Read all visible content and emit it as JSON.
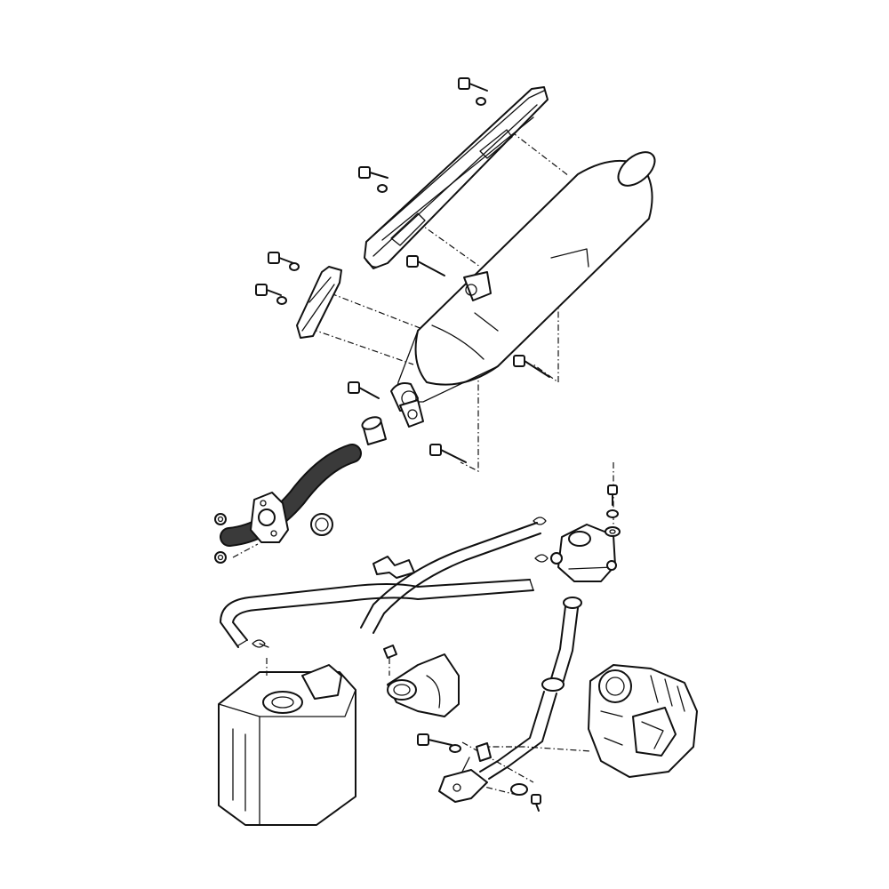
{
  "diagram": {
    "kind": "exploded-parts-view",
    "colors": {
      "line": "#111111",
      "background": "#ffffff",
      "exhaust_pipe": "#3a3a3a"
    },
    "parts": [
      "muffler-heat-shield",
      "muffler-upper-bolt",
      "muffler-upper-washer",
      "shield-mount-bolt-1",
      "shield-mount-bolt-2",
      "small-heat-shield",
      "small-shield-bolt-1",
      "small-shield-bolt-2",
      "muffler",
      "muffler-mount-bolt-1",
      "muffler-mount-bolt-2",
      "muffler-joint-bolt",
      "muffler-clamp",
      "exhaust-gasket-collar",
      "exhaust-pipe",
      "exhaust-flange",
      "exhaust-port-gasket",
      "flange-nut-1",
      "flange-nut-2",
      "muffler-lower-bolt",
      "air-injection-valve",
      "valve-cap-bolt",
      "valve-washer",
      "valve-grommet",
      "breather-hose-long",
      "breather-hose-short",
      "vacuum-hose",
      "hose-clip-1",
      "hose-clip-2",
      "hose-clip-3",
      "hose-clip-4",
      "hose-clip-5",
      "hose-clamp-bracket",
      "air-cleaner-box",
      "intake-manifold",
      "cylinder-head",
      "reed-pipe",
      "reed-pipe-bracket",
      "bracket-bolt",
      "bracket-washer",
      "bracket-grommet",
      "bracket-nut"
    ]
  }
}
